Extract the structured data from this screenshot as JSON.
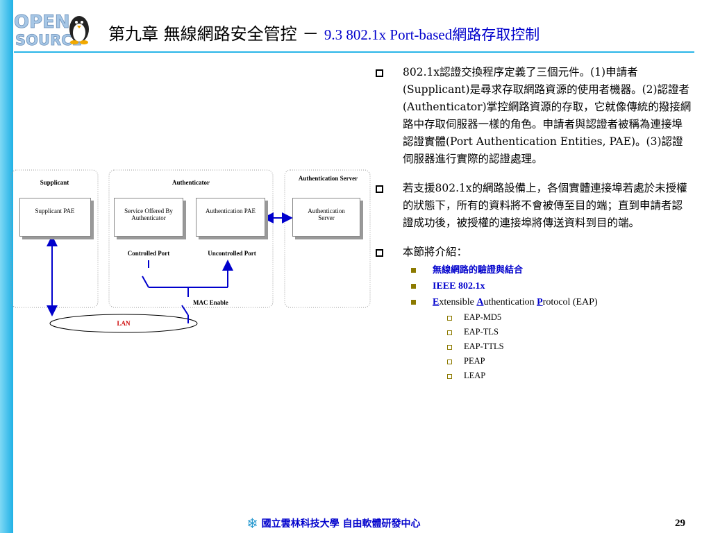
{
  "header": {
    "logo_text": [
      "OPEN",
      "SOURCE"
    ],
    "title_main": "第九章 無線網路安全管控 －",
    "title_sub": "9.3 802.1x Port-based網路存取控制"
  },
  "diagram": {
    "supplicant_title": "Supplicant",
    "authenticator_title": "Authenticator",
    "auth_server_title": "Authentication Server",
    "supplicant_pae": "Supplicant PAE",
    "service_offered": "Service Offered By Authenticator",
    "authenticator_pae": "Authentication PAE",
    "auth_server_box": "Authentication Server",
    "controlled_port": "Controlled Port",
    "uncontrolled_port": "Uncontrolled Port",
    "mac_enable": "MAC Enable",
    "lan": "LAN"
  },
  "content": {
    "bullet1": "802.1x認證交換程序定義了三個元件。(1)申請者(Supplicant)是尋求存取網路資源的使用者機器。(2)認證者(Authenticator)掌控網路資源的存取，它就像傳統的撥接網路中存取伺服器一樣的角色。申請者與認證者被稱為連接埠認證實體(Port Authentication Entities, PAE)。(3)認證伺服器進行實際的認證處理。",
    "bullet2": "若支援802.1x的網路設備上，各個實體連接埠若處於未授權的狀態下，所有的資料將不會被傳至目的端；直到申請者認證成功後，被授權的連接埠將傳送資料到目的端。",
    "bullet3": "本節將介紹：",
    "sub1": "無線網路的驗證與結合",
    "sub2": "IEEE 802.1x",
    "sub3_e": "E",
    "sub3_e_rest": "xtensible ",
    "sub3_a": "A",
    "sub3_a_rest": "uthentication ",
    "sub3_p": "P",
    "sub3_p_rest": "rotocol (EAP)",
    "eap_items": [
      "EAP-MD5",
      "EAP-TLS",
      "EAP-TTLS",
      "PEAP",
      "LEAP"
    ]
  },
  "footer": {
    "org": "國立雲林科技大學 自由軟體研發中心",
    "page": "29"
  },
  "colors": {
    "accent_blue": "#0000cc",
    "bar_cyan": "#1fb1e6",
    "lan_red": "#cc0000"
  }
}
